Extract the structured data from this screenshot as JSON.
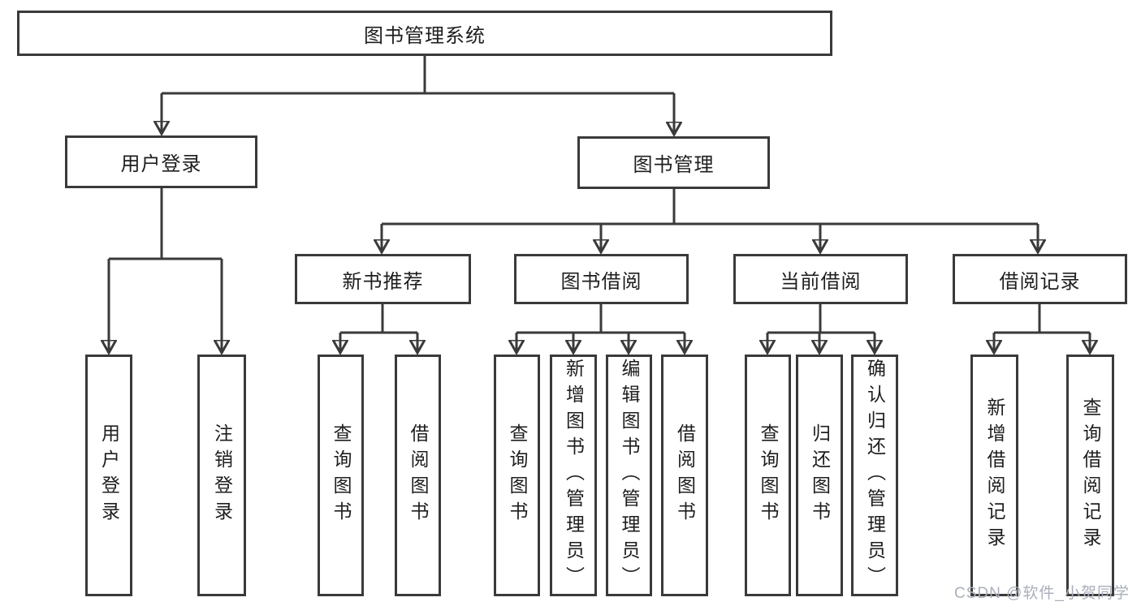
{
  "tree": {
    "root": {
      "label": "图书管理系统"
    },
    "branches": [
      {
        "label": "用户登录",
        "children": [
          {
            "label": "用户登录"
          },
          {
            "label": "注销登录"
          }
        ]
      },
      {
        "label": "图书管理",
        "children": [
          {
            "label": "新书推荐",
            "children": [
              {
                "label": "查询图书"
              },
              {
                "label": "借阅图书"
              }
            ]
          },
          {
            "label": "图书借阅",
            "children": [
              {
                "label": "查询图书"
              },
              {
                "label": "新增图书（管理员）"
              },
              {
                "label": "编辑图书（管理员）"
              },
              {
                "label": "借阅图书"
              }
            ]
          },
          {
            "label": "当前借阅",
            "children": [
              {
                "label": "查询图书"
              },
              {
                "label": "归还图书"
              },
              {
                "label": "确认归还（管理员）"
              }
            ]
          },
          {
            "label": "借阅记录",
            "children": [
              {
                "label": "新增借阅记录"
              },
              {
                "label": "查询借阅记录"
              }
            ]
          }
        ]
      }
    ]
  },
  "watermark": {
    "text": "CSDN @软件_小贺同学"
  },
  "colors": {
    "line": "#3a3a3a",
    "text": "#1e1e1e",
    "watermark": "#a9aeb9"
  }
}
